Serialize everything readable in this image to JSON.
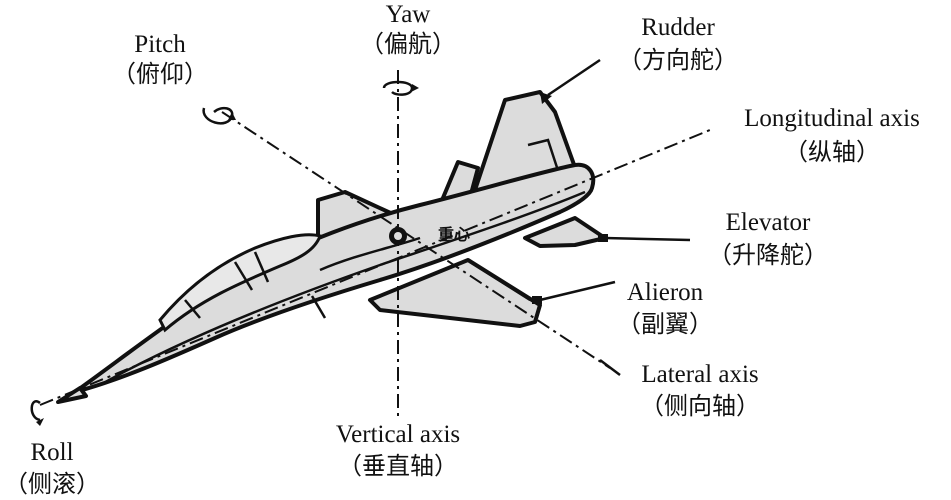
{
  "labels": {
    "yaw": {
      "en": "Yaw",
      "zh": "（偏航）"
    },
    "pitch": {
      "en": "Pitch",
      "zh": "（俯仰）"
    },
    "rudder": {
      "en": "Rudder",
      "zh": "（方向舵）"
    },
    "longitudinal": {
      "en": "Longitudinal axis",
      "zh": "（纵轴）"
    },
    "elevator": {
      "en": "Elevator",
      "zh": "（升降舵）"
    },
    "aileron": {
      "en": "Alieron",
      "zh": "（副翼）"
    },
    "lateral": {
      "en": "Lateral axis",
      "zh": "（侧向轴）"
    },
    "vertical": {
      "en": "Vertical axis",
      "zh": "（垂直轴）"
    },
    "roll": {
      "en": "Roll",
      "zh": "（侧滚）"
    },
    "center_of_gravity": "重心"
  }
}
